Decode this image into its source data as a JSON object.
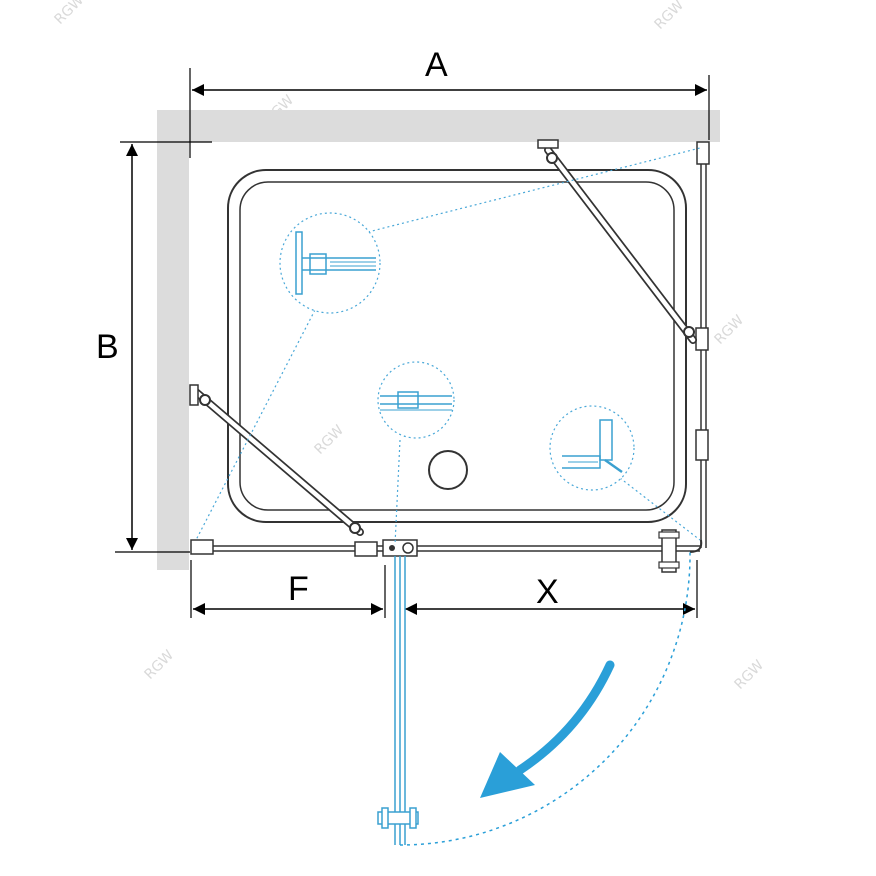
{
  "labels": {
    "a": "A",
    "b": "B",
    "f": "F",
    "x": "X"
  },
  "watermark": "RGW",
  "colors": {
    "wall": "#dcdcdc",
    "line": "#222222",
    "accent": "#2a9fd8",
    "detail": "#3aa0d0",
    "dotted": "#4aa8d8"
  }
}
